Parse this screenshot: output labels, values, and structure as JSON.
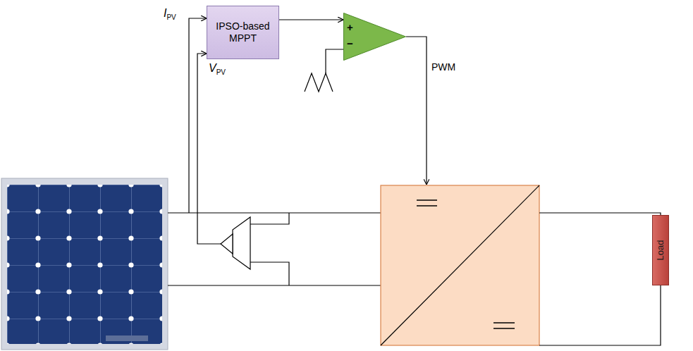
{
  "diagram": {
    "nodes": [
      {
        "text": [
          "IPSO-based MPPT"
        ]
      },
      {
        "text": [
          "+",
          "−"
        ]
      },
      {
        "text": [
          "Load"
        ]
      }
    ],
    "edges": [
      {
        "from": 0,
        "to": 1,
        "arrow": "to"
      }
    ],
    "labels": [
      "IPV",
      "VPV",
      "PWM"
    ]
  }
}
